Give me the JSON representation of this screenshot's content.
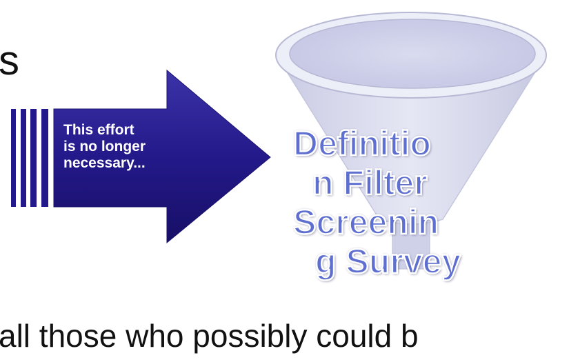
{
  "slide": {
    "title_fragment": "s",
    "bottom_text": "all those who possibly could b"
  },
  "arrow": {
    "label_lines": [
      "This effort",
      "is no longer",
      "necessary..."
    ],
    "fill_color": "#24198a"
  },
  "funnel": {
    "label_lines": [
      "Definitio",
      "n Filter",
      "Screenin",
      "g Survey"
    ],
    "text_color": "#5e6fd0",
    "rim_color": "#dedef2",
    "body_color": "#d4d6ea"
  },
  "icons": {
    "bars": "vertical-bars-icon",
    "arrow": "block-arrow-icon",
    "funnel": "funnel-icon"
  }
}
